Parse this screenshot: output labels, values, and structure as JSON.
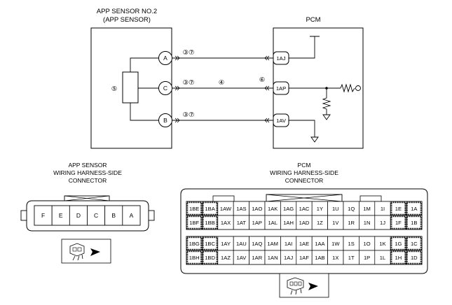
{
  "sensor": {
    "title_line1": "APP SENSOR NO.2",
    "title_line2": "(APP SENSOR)",
    "terminals": [
      "A",
      "C",
      "B"
    ],
    "marks": [
      "③⑦",
      "③⑦",
      "③⑦"
    ],
    "element_label": "⑤"
  },
  "pcm": {
    "title": "PCM",
    "terminals": [
      "1AJ",
      "1AP",
      "1AV"
    ]
  },
  "wire_notes": {
    "middle": "④",
    "right": "⑥"
  },
  "app_connector": {
    "title_line1": "APP SENSOR",
    "title_line2": "WIRING HARNESS-SIDE",
    "title_line3": "CONNECTOR",
    "pins": [
      "F",
      "E",
      "D",
      "C",
      "B",
      "A"
    ]
  },
  "pcm_connector": {
    "title_line1": "PCM",
    "title_line2": "WIRING HARNESS-SIDE",
    "title_line3": "CONNECTOR",
    "rows": [
      [
        "1BE",
        "1BA",
        "1AW",
        "1AS",
        "1AO",
        "1AK",
        "1AG",
        "1AC",
        "1Y",
        "1U",
        "1Q",
        "1M",
        "1I",
        "1E",
        "1A"
      ],
      [
        "1BF",
        "1BB",
        "1AX",
        "1AT",
        "1AP",
        "1AL",
        "1AH",
        "1AD",
        "1Z",
        "1V",
        "1R",
        "1N",
        "1J",
        "1F",
        "1B"
      ],
      [
        "1BG",
        "1BC",
        "1AY",
        "1AU",
        "1AQ",
        "1AM",
        "1AI",
        "1AE",
        "1AA",
        "1W",
        "1S",
        "1O",
        "1K",
        "1G",
        "1C"
      ],
      [
        "1BH",
        "1BD",
        "1AZ",
        "1AV",
        "1AR",
        "1AN",
        "1AJ",
        "1AF",
        "1AB",
        "1X",
        "1T",
        "1P",
        "1L",
        "1H",
        "1D"
      ]
    ]
  }
}
